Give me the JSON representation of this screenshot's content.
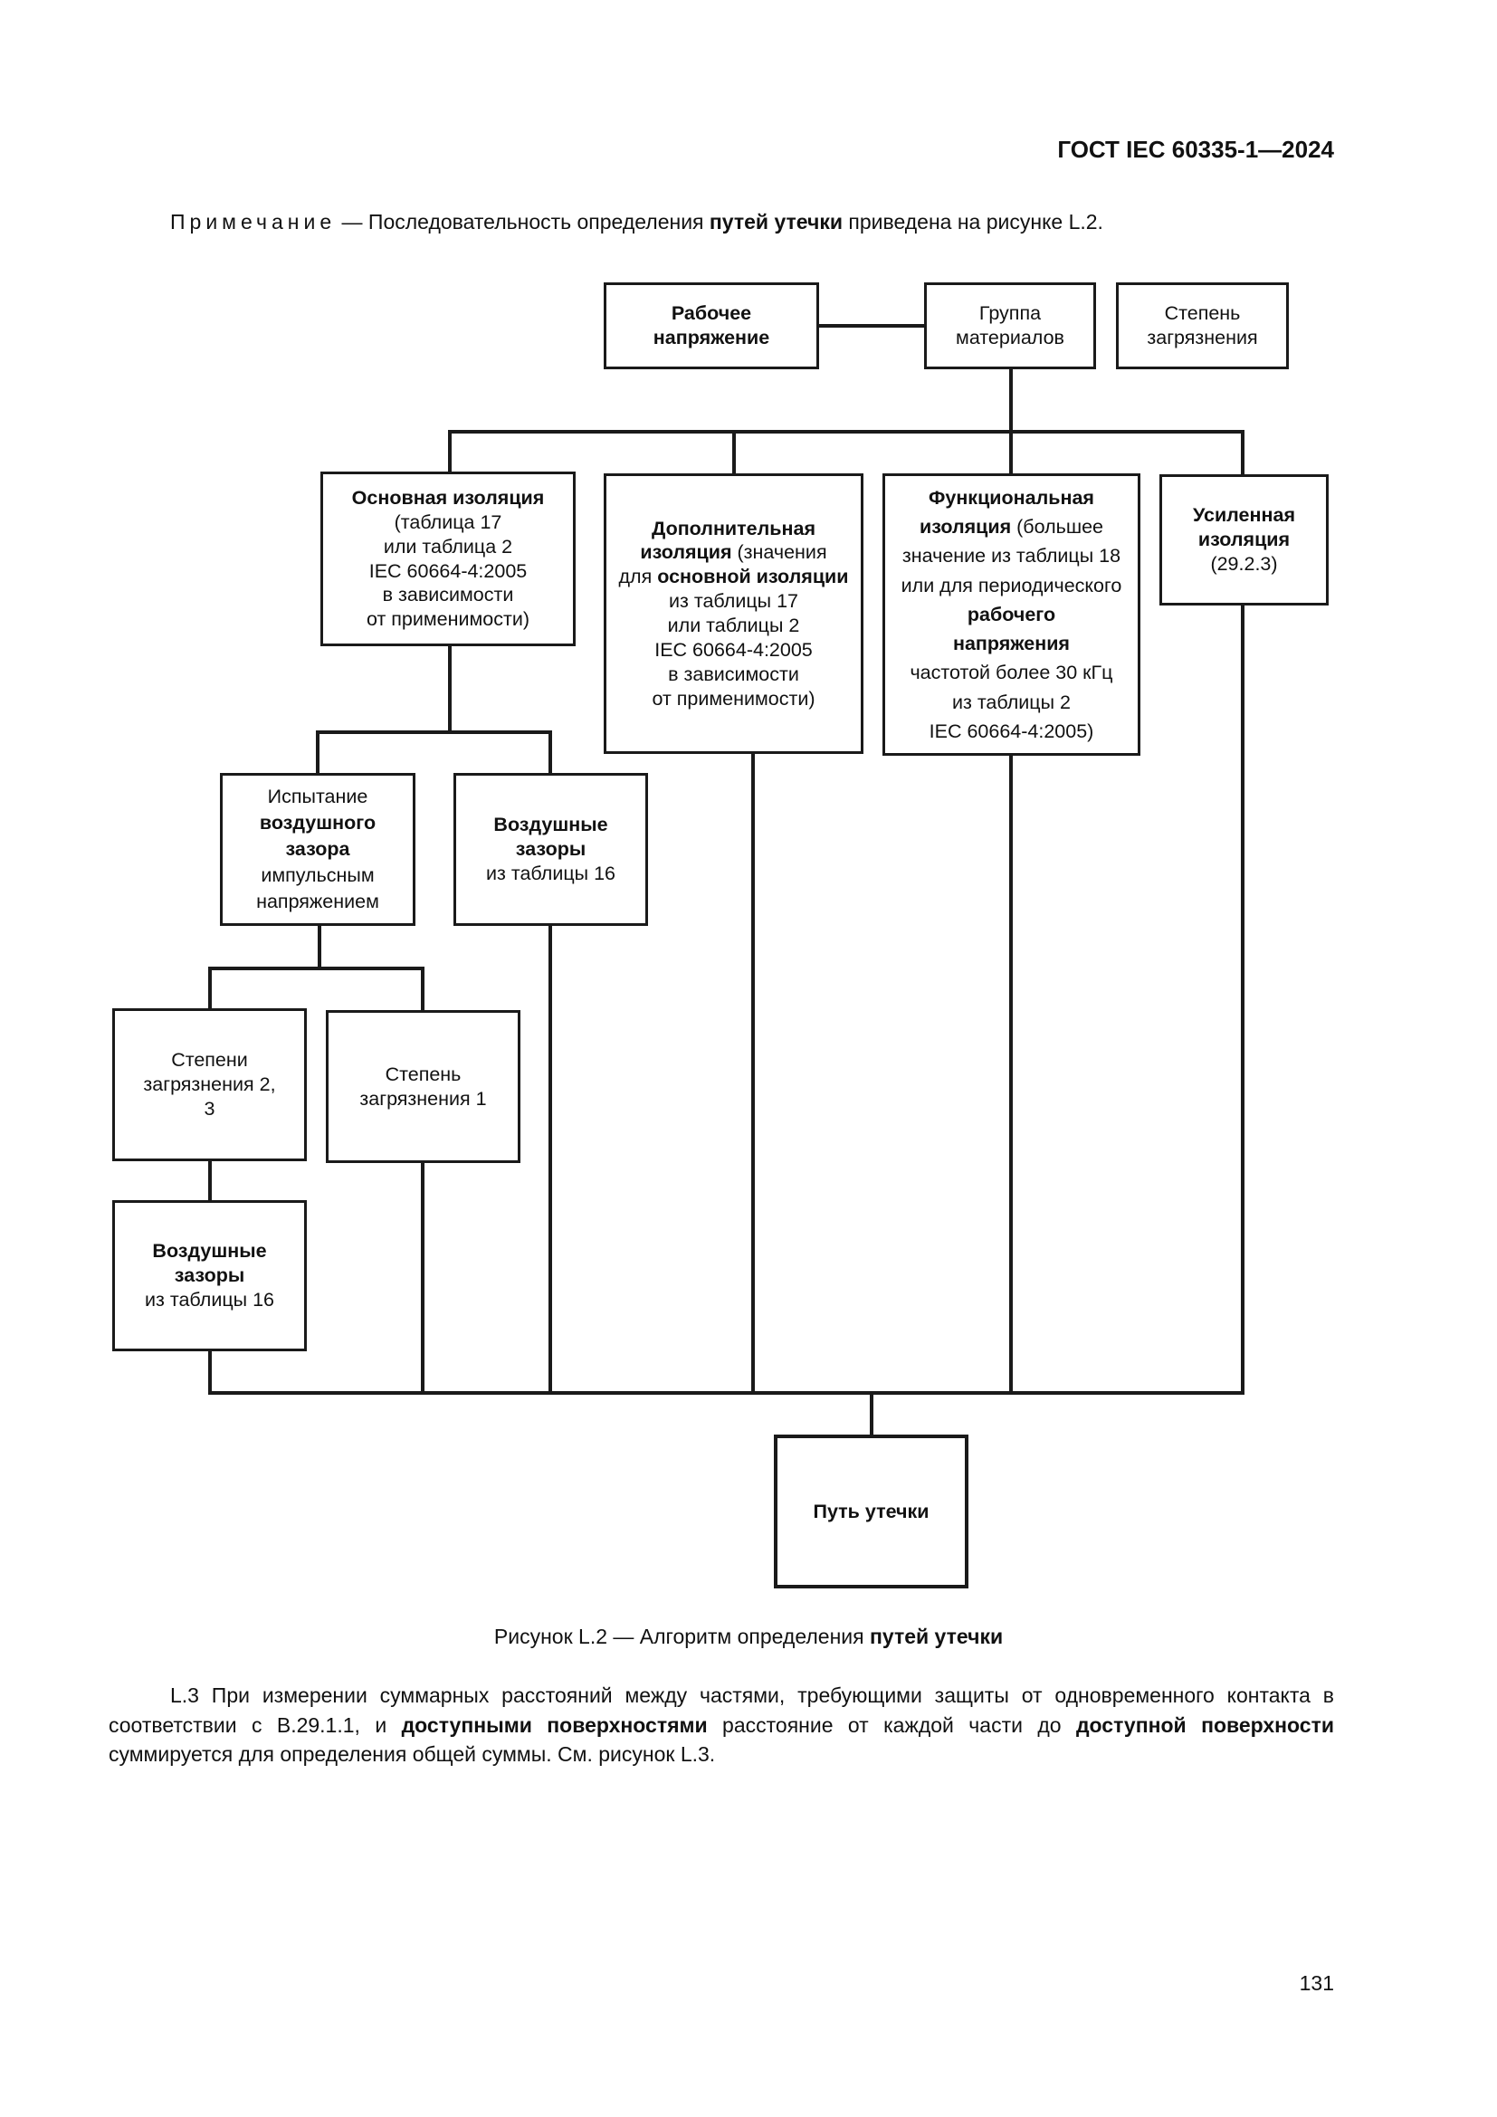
{
  "header": {
    "standard": "ГОСТ IEC 60335-1—2024"
  },
  "note": {
    "label": "Примечание",
    "dash": "—",
    "text_before": "Последовательность определения ",
    "text_bold": "путей утечки",
    "text_after": " приведена на рисунке L.2."
  },
  "diagram": {
    "working_voltage": {
      "l1": "Рабочее",
      "l2": "напряжение"
    },
    "material_group": {
      "l1": "Группа",
      "l2": "материалов"
    },
    "pollution_degree": {
      "l1": "Степень",
      "l2": "загрязнения"
    },
    "basic_insulation": {
      "title": "Основная изоляция",
      "l1": "(таблица 17",
      "l2": "или таблица 2",
      "l3": "IEC 60664-4:2005",
      "l4": "в зависимости",
      "l5": "от применимости)"
    },
    "supplementary_insulation": {
      "b1": "Дополнительная",
      "b2": "изоляция",
      "t2": " (значения",
      "t3a": "для ",
      "b3": "основной изоляции",
      "l4": "из таблицы 17",
      "l5": "или таблицы 2",
      "l6": "IEC 60664-4:2005",
      "l7": "в зависимости",
      "l8": "от применимости)"
    },
    "functional_insulation": {
      "b1": "Функциональная",
      "b2": "изоляция",
      "t2": " (большее",
      "l3": "значение из таблицы 18",
      "l4": "или для периодического",
      "b5": "рабочего",
      "b6": "напряжения",
      "l7": "частотой более 30 кГц",
      "l8": "из таблицы 2",
      "l9": "IEC 60664-4:2005)"
    },
    "reinforced_insulation": {
      "b1": "Усиленная",
      "b2": "изоляция",
      "l3": "(29.2.3)"
    },
    "impulse_test": {
      "l1": "Испытание",
      "b2": "воздушного",
      "b3": "зазора",
      "l4": "импульсным",
      "l5": "напряжением"
    },
    "clearances_right": {
      "b1": "Воздушные",
      "b2": "зазоры",
      "l3": "из таблицы 16"
    },
    "pollution_2_3": {
      "l1": "Степени",
      "l2": "загрязнения 2,",
      "l3": "3"
    },
    "pollution_1": {
      "l1": "Степень",
      "l2": "загрязнения 1"
    },
    "clearances_left": {
      "b1": "Воздушные",
      "b2": "зазоры",
      "l3": "из таблицы 16"
    },
    "creepage_path": {
      "label": "Путь утечки"
    }
  },
  "caption": {
    "text_before": "Рисунок L.2 — Алгоритм определения ",
    "text_bold": "путей утечки"
  },
  "paragraph": {
    "p1": "L.3 При измерении суммарных расстояний между частями, требующими защиты от одновременного контакта в соответствии с В.29.1.1, и ",
    "b1": "доступными поверхностями",
    "p2": " расстояние от каждой части до ",
    "b2": "доступной поверхности",
    "p3": " суммируется для определения общей суммы. См. рисунок L.3."
  },
  "page_number": "131"
}
